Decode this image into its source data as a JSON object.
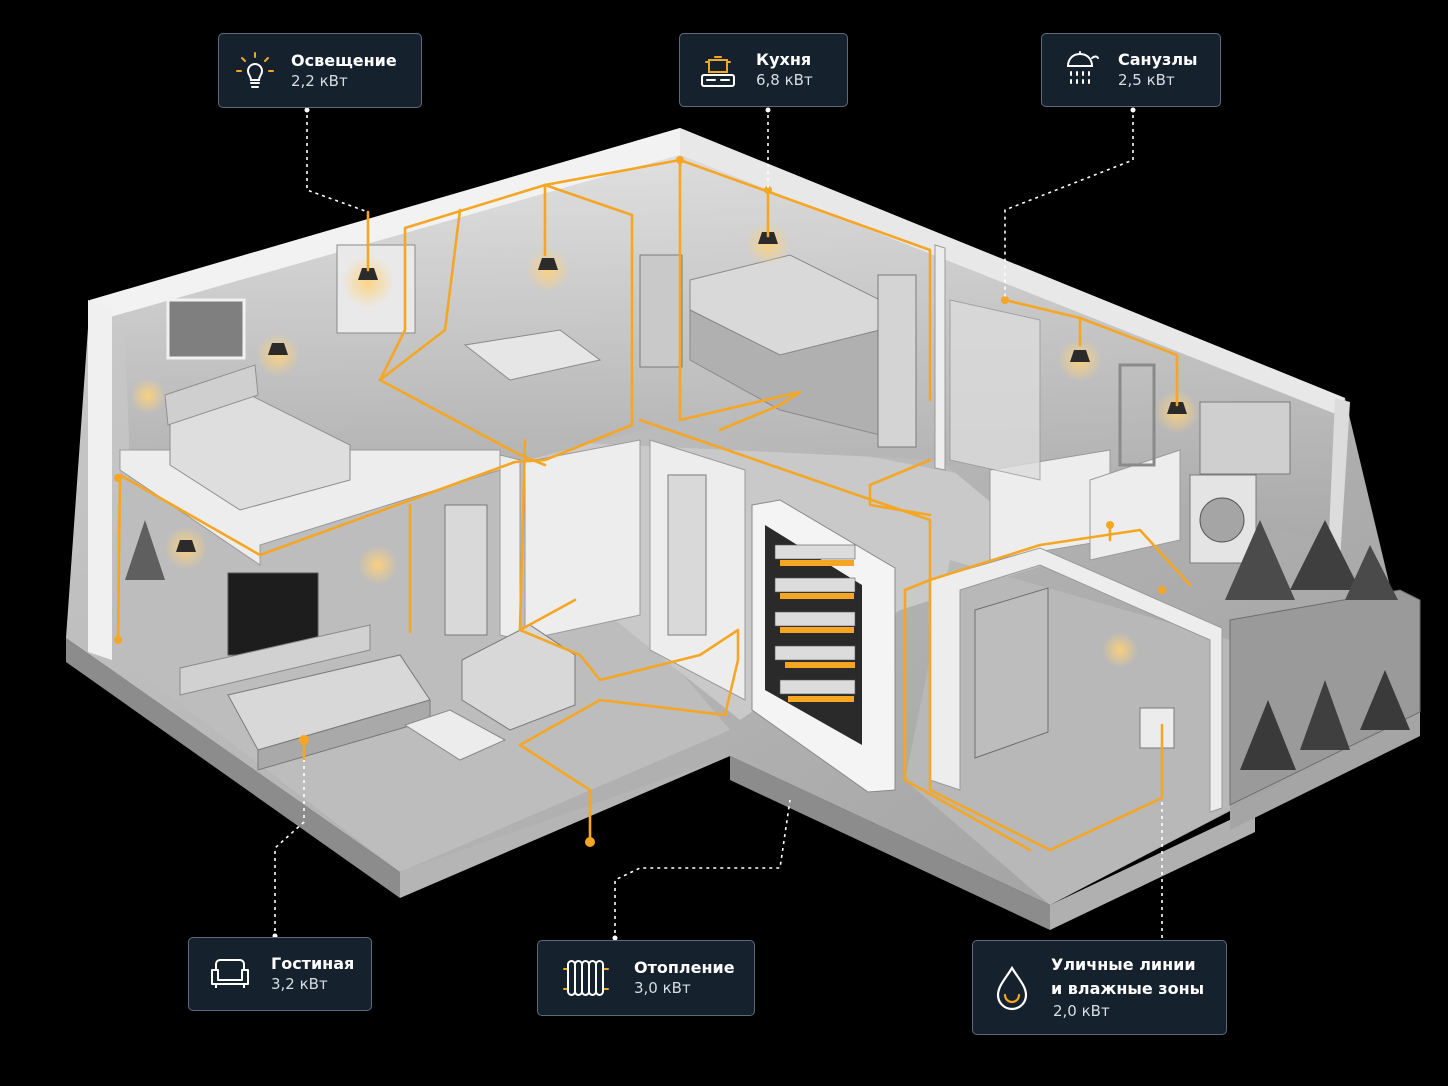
{
  "colors": {
    "background": "#000000",
    "card_bg": "#16212e",
    "card_border": "#5c6a7a",
    "accent": "#f5a623",
    "wire": "#f5a623",
    "connector": "#ffffff"
  },
  "callouts": {
    "lighting": {
      "icon": "lightbulb-icon",
      "title": "Освещение",
      "value": "2,2 кВт"
    },
    "kitchen": {
      "icon": "cooking-pot-icon",
      "title": "Кухня",
      "value": "6,8 кВт"
    },
    "bathrooms": {
      "icon": "shower-icon",
      "title": "Санузлы",
      "value": "2,5 кВт"
    },
    "living": {
      "icon": "sofa-icon",
      "title": "Гостиная",
      "value": "3,2 кВт"
    },
    "heating": {
      "icon": "radiator-icon",
      "title": "Отопление",
      "value": "3,0 кВт"
    },
    "outdoor": {
      "icon": "water-drop-icon",
      "title_line1": "Уличные линии",
      "title_line2": "и влажные зоны",
      "value": "2,0 кВт"
    }
  }
}
